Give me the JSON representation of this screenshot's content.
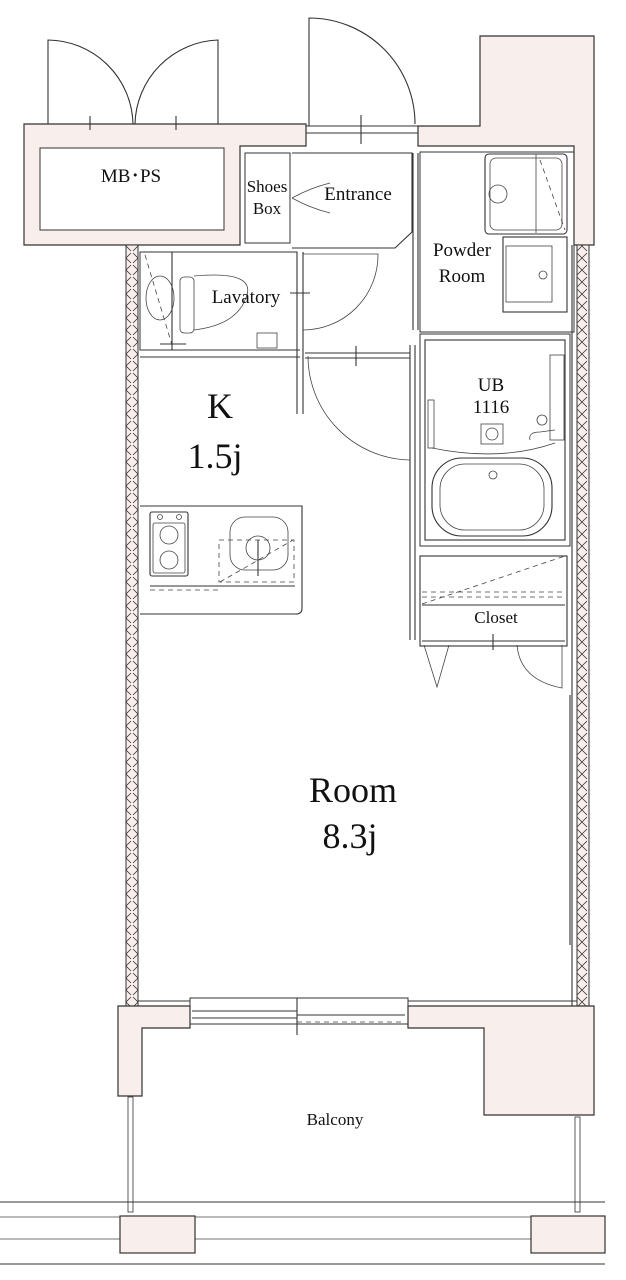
{
  "plan": {
    "rooms": {
      "mbps": "MB･PS",
      "shoes_line1": "Shoes",
      "shoes_line2": "Box",
      "entrance": "Entrance",
      "powder_line1": "Powder",
      "powder_line2": "Room",
      "lavatory": "Lavatory",
      "kitchen_name": "K",
      "kitchen_size": "1.5j",
      "ub_name": "UB",
      "ub_size": "1116",
      "closet": "Closet",
      "room_name": "Room",
      "room_size": "8.3j",
      "balcony": "Balcony"
    },
    "colors": {
      "wall_fill": "#f8eeec",
      "line": "#333333",
      "background": "#ffffff"
    }
  }
}
